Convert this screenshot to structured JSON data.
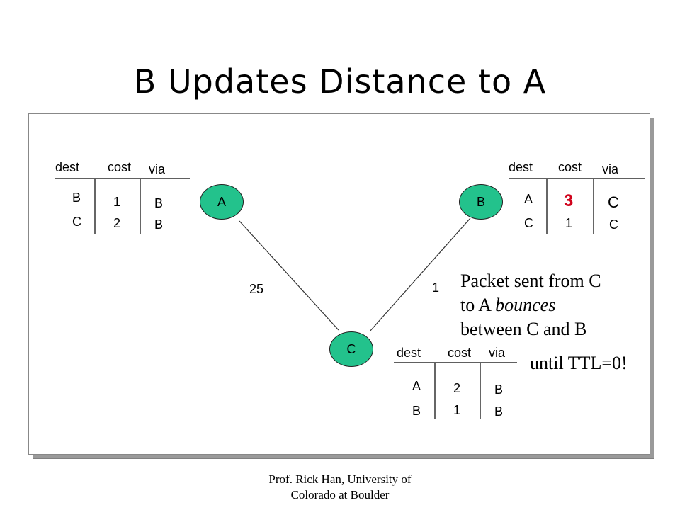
{
  "title": "B Updates Distance to A",
  "nodes": {
    "a": "A",
    "b": "B",
    "c": "C"
  },
  "edges": {
    "ac_cost": "25",
    "bc_cost": "1"
  },
  "table_a": {
    "headers": [
      "dest",
      "cost",
      "via"
    ],
    "rows": [
      {
        "dest": "B",
        "cost": "1",
        "via": "B"
      },
      {
        "dest": "C",
        "cost": "2",
        "via": "B"
      }
    ]
  },
  "table_b": {
    "headers": [
      "dest",
      "cost",
      "via"
    ],
    "rows": [
      {
        "dest": "A",
        "cost": "3",
        "via": "C"
      },
      {
        "dest": "C",
        "cost": "1",
        "via": "C"
      }
    ]
  },
  "table_c": {
    "headers": [
      "dest",
      "cost",
      "via"
    ],
    "rows": [
      {
        "dest": "A",
        "cost": "2",
        "via": "B"
      },
      {
        "dest": "B",
        "cost": "1",
        "via": "B"
      }
    ]
  },
  "note": {
    "line1": "Packet sent from C",
    "line2_prefix": "to A ",
    "line2_italic": "bounces",
    "line3": "between C and B",
    "line4": "until TTL=0!"
  },
  "highlight_color": "#d0021b",
  "node_color": "#23c28c",
  "footer": {
    "line1": "Prof. Rick Han, University of",
    "line2": "Colorado at Boulder"
  }
}
